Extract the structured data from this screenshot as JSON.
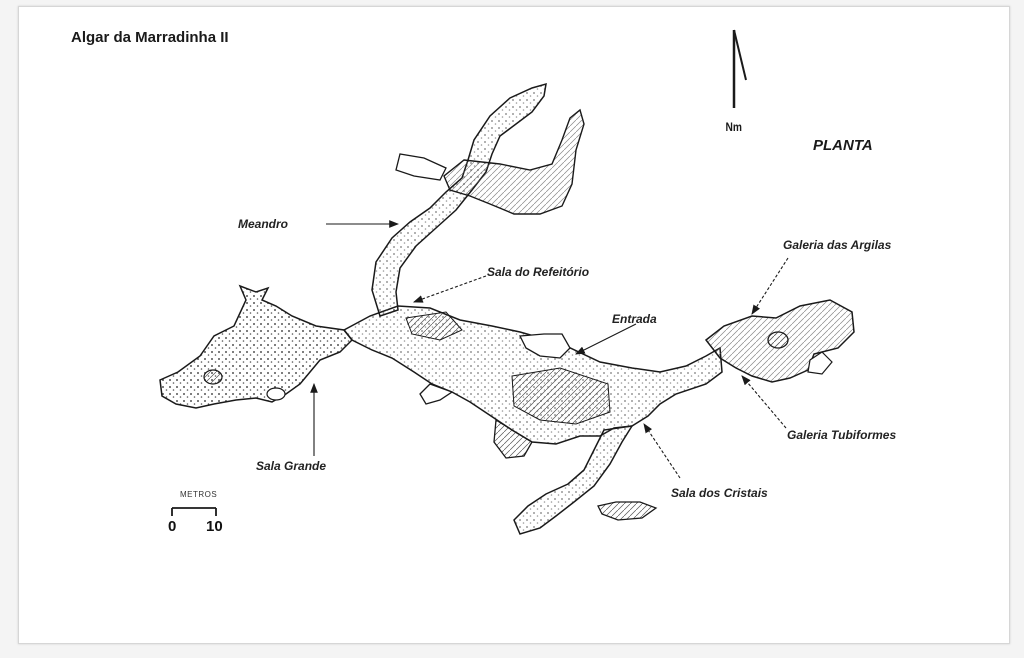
{
  "map": {
    "title": "Algar da Marradinha II",
    "view_label": "PLANTA",
    "north_label": "Nm",
    "labels": {
      "meandro": "Meandro",
      "sala_refeitorio": "Sala do Refeitório",
      "entrada": "Entrada",
      "galeria_argilas": "Galeria das Argilas",
      "galeria_tubiformes": "Galeria Tubiformes",
      "sala_grande": "Sala Grande",
      "sala_cristais": "Sala dos Cristais"
    },
    "scale": {
      "unit": "METROS",
      "start": "0",
      "end": "10"
    },
    "ink_color": "#1a1a1a"
  }
}
